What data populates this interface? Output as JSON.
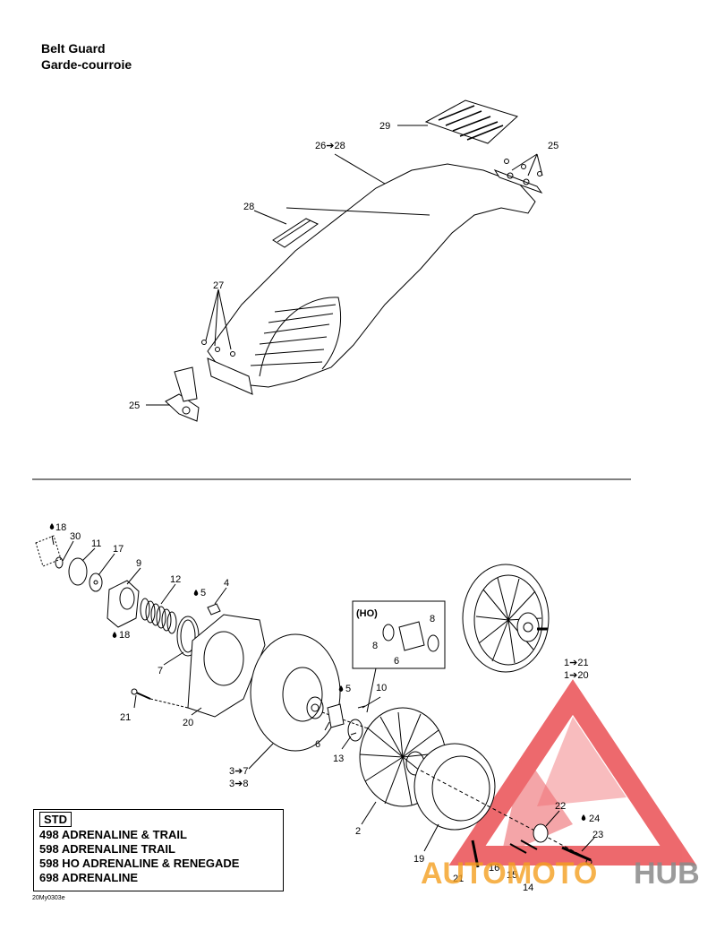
{
  "header": {
    "title_en": "Belt Guard",
    "title_fr": "Garde-courroie"
  },
  "belt_guard_callouts": {
    "c29": "29",
    "c26_28": "26➔28",
    "c25_top": "25",
    "c28": "28",
    "c27": "27",
    "c25_bottom": "25"
  },
  "pulley_callouts": {
    "c18_top": "18",
    "c30": "30",
    "c11": "11",
    "c17": "17",
    "c9": "9",
    "c12": "12",
    "c5_top": "5",
    "c4": "4",
    "c18_bottom": "18",
    "c7": "7",
    "c21_left": "21",
    "c20": "20",
    "c5_mid": "5",
    "c10": "10",
    "c6": "6",
    "c13": "13",
    "c3_7": "3➔7",
    "c3_8": "3➔8",
    "c2": "2",
    "c19": "19",
    "c1_21": "1➔21",
    "c1_20": "1➔20",
    "c22": "22",
    "c24": "24",
    "c23": "23",
    "c21_right": "21",
    "c16": "16",
    "c15": "15",
    "c14": "14"
  },
  "ho_box": {
    "label": "(HO)",
    "c8_right": "8",
    "c8_left": "8",
    "c6": "6"
  },
  "models": {
    "tag": "STD",
    "lines": [
      "498 ADRENALINE & TRAIL",
      "598 ADRENALINE  TRAIL",
      "598 HO ADRENALINE & RENEGADE",
      "698 ADRENALINE"
    ]
  },
  "footer": {
    "doc_code": "20My0303e"
  },
  "watermark": {
    "text_auto": "AUTO",
    "text_moto": "MOTO",
    "text_hub": "HUB",
    "color_red": "#e8383d",
    "color_orange": "#f4a020",
    "color_grey": "#8a8a8a"
  }
}
